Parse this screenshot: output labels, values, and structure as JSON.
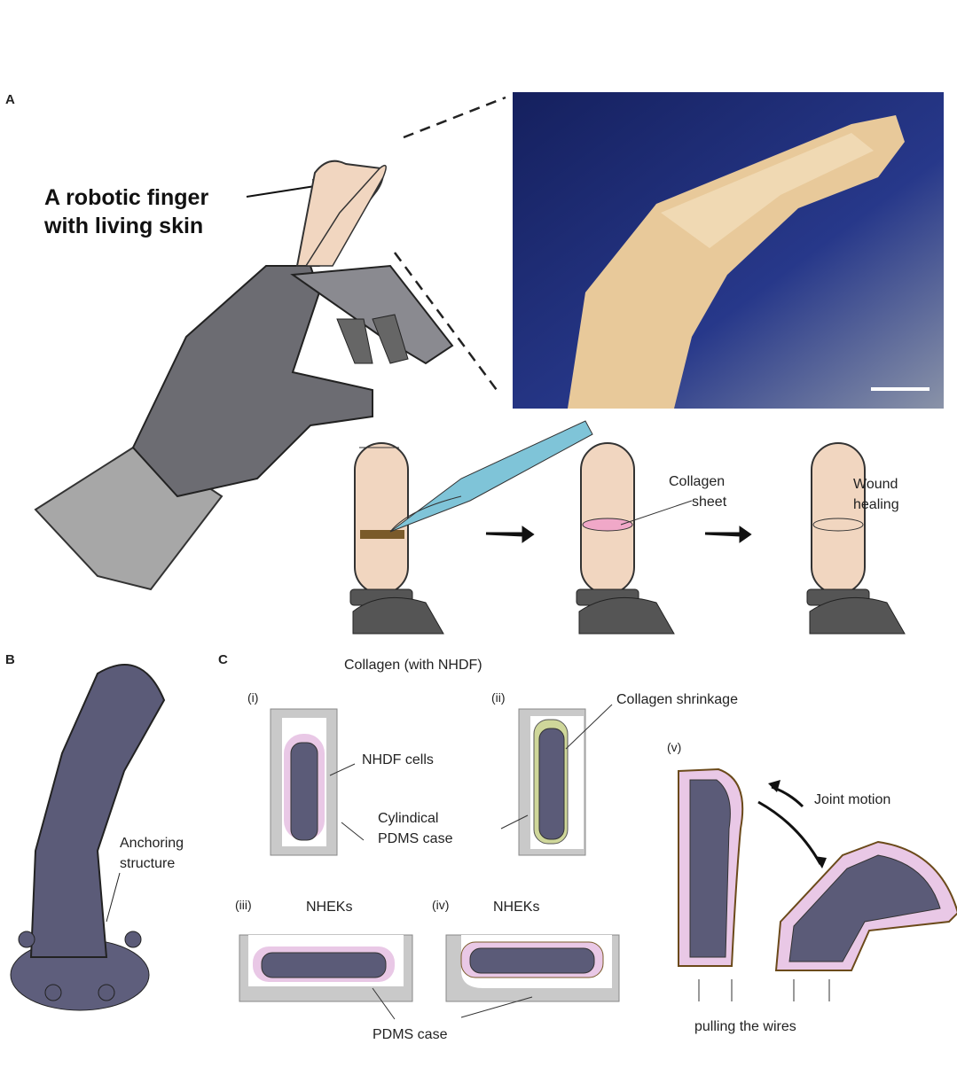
{
  "panels": {
    "a": "A",
    "b": "B",
    "c": "C"
  },
  "panel_a": {
    "headline_line1": "A robotic finger",
    "headline_line2": "with living skin",
    "collagen_line1": "Collagen",
    "collagen_line2": "sheet",
    "wound_line1": "Wound",
    "wound_line2": "healing"
  },
  "panel_b": {
    "anchor_line1": "Anchoring",
    "anchor_line2": "structure"
  },
  "panel_c": {
    "step_i": "(i)",
    "step_ii": "(ii)",
    "step_iii": "(iii)",
    "step_iv": "(iv)",
    "step_v": "(v)",
    "collagen_nhdf": "Collagen (with NHDF)",
    "nhdf_cells": "NHDF cells",
    "case_line1": "Cylindical",
    "case_line2": "PDMS case",
    "shrinkage": "Collagen shrinkage",
    "nheks_1": "NHEKs",
    "nheks_2": "NHEKs",
    "pdms_case": "PDMS case",
    "joint_motion": "Joint motion",
    "pulling": "pulling the wires"
  },
  "colors": {
    "skin": "#f1d6c0",
    "robot": "#6e6e7a",
    "finger_part": "#5b5b78",
    "pink": "#e9c8e6",
    "case": "#c9c9c9",
    "photo_bg": "#1d2a6e"
  }
}
